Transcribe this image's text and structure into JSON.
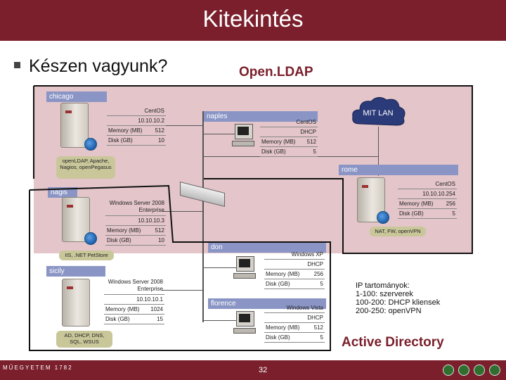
{
  "header": {
    "title": "Kitekintés"
  },
  "bullet": {
    "text": "Készen vagyunk?"
  },
  "labels": {
    "openldap": "Open.LDAP",
    "active_directory": "Active Directory",
    "mit_lan": "MIT LAN"
  },
  "hosts": {
    "chicago": {
      "name": "chicago",
      "os": "CentOS",
      "ip": "10.10.10.2",
      "mem_label": "Memory (MB)",
      "mem": "512",
      "disk_label": "Disk (GB)",
      "disk": "10",
      "services": "openLDAP, Apache, Nagios, openPegasus"
    },
    "naples": {
      "name": "naples",
      "os": "CentOS",
      "ip": "DHCP",
      "mem_label": "Memory (MB)",
      "mem": "512",
      "disk_label": "Disk (GB)",
      "disk": "5"
    },
    "rome": {
      "name": "rome",
      "os": "CentOS",
      "ip": "10.10.10.254",
      "mem_label": "Memory (MB)",
      "mem": "256",
      "disk_label": "Disk (GB)",
      "disk": "5",
      "services": "NAT, FW, openVPN"
    },
    "sb": {
      "name": "nagis",
      "os": "Windows Server 2008 Enterprise",
      "ip": "10.10.10.3",
      "mem_label": "Memory (MB)",
      "mem": "512",
      "disk_label": "Disk (GB)",
      "disk": "10",
      "services": "IIS, .NET PetStore"
    },
    "sicily": {
      "name": "sicily",
      "os": "Windows Server 2008 Enterprise",
      "ip": "10.10.10.1",
      "mem_label": "Memory (MB)",
      "mem": "1024",
      "disk_label": "Disk (GB)",
      "disk": "15",
      "services": "AD, DHCP, DNS, SQL, WSUS"
    },
    "don": {
      "name": "don",
      "os": "Windows XP",
      "ip": "DHCP",
      "mem_label": "Memory (MB)",
      "mem": "256",
      "disk_label": "Disk (GB)",
      "disk": "5"
    },
    "florence": {
      "name": "florence",
      "os": "Windows Vista",
      "ip": "DHCP",
      "mem_label": "Memory (MB)",
      "mem": "512",
      "disk_label": "Disk (GB)",
      "disk": "5"
    }
  },
  "ip_info": {
    "title": "IP tartományok:",
    "lines": [
      "1-100: szerverek",
      "100-200: DHCP kliensek",
      "200-250: openVPN"
    ]
  },
  "footer": {
    "page": "32",
    "logo_text": "MŰEGYETEM 1782"
  },
  "colors": {
    "brand": "#7a1f2b",
    "ldap_zone": "#e3c5ca",
    "header_blue": "#8a95c5"
  }
}
